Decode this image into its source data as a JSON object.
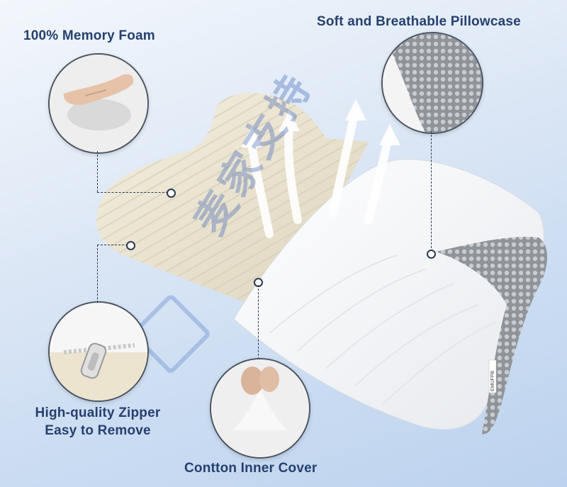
{
  "labels": {
    "memory_foam": "100% Memory Foam",
    "pillowcase": "Soft and Breathable Pillowcase",
    "zipper_line1": "High-quality Zipper",
    "zipper_line2": "Easy to Remove",
    "inner_cover": "Contton Inner Cover"
  },
  "pillow_tag": "EMUFPB",
  "watermark": "麦家支持",
  "colors": {
    "label_text": "#26406f",
    "background": "#cadcf2",
    "foam": "#ece6d4",
    "mesh": "#9a9ea4"
  }
}
